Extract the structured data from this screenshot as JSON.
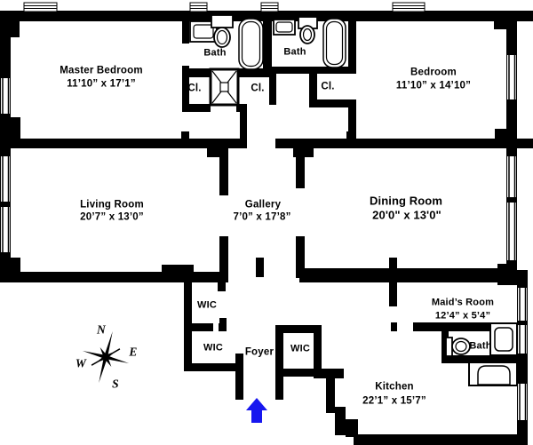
{
  "floor_plan": {
    "rooms": {
      "master_bedroom": {
        "name": "Master Bedroom",
        "dims": "11’10” x 17’1”"
      },
      "bedroom": {
        "name": "Bedroom",
        "dims": "11’10” x 14’10”"
      },
      "living_room": {
        "name": "Living Room",
        "dims": "20’7” x 13’0”"
      },
      "gallery": {
        "name": "Gallery",
        "dims": "7’0” x 17’8”"
      },
      "dining_room": {
        "name": "Dining Room",
        "dims": "20'0\" x 13'0\""
      },
      "maids_room": {
        "name": "Maid’s Room",
        "dims": "12’4” x 5’4”"
      },
      "kitchen": {
        "name": "Kitchen",
        "dims": "22’1” x 15’7”"
      }
    },
    "closets": {
      "cl_left": "Cl.",
      "cl_middle": "Cl.",
      "cl_right": "Cl.",
      "wic_top": "WIC",
      "wic_left": "WIC",
      "wic_right": "WIC"
    },
    "baths": {
      "bath_left": "Bath",
      "bath_right": "Bath",
      "bath_maids": "Bath"
    },
    "foyer": "Foyer",
    "compass": {
      "north": "N",
      "east": "E",
      "south": "S",
      "west": "W"
    },
    "entry_arrow_color": "#1717ef"
  }
}
